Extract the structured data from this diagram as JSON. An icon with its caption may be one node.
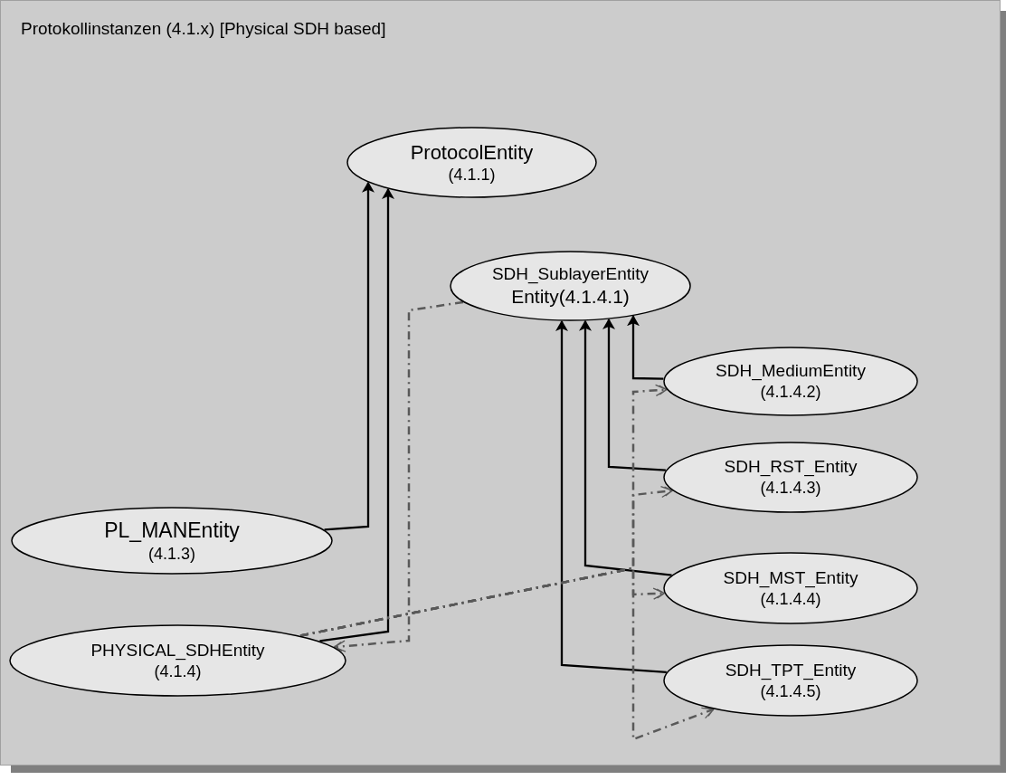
{
  "diagram": {
    "title": "Protokollinstanzen (4.1.x) [Physical SDH based]",
    "nodes": [
      {
        "text": [
          "ProtocolEntity",
          "(4.1.1)"
        ]
      },
      {
        "text": [
          "SDH_SublayerEntity",
          "Entity(4.1.4.1)"
        ]
      },
      {
        "text": [
          "SDH_MediumEntity",
          "(4.1.4.2)"
        ]
      },
      {
        "text": [
          "SDH_RST_Entity",
          "(4.1.4.3)"
        ]
      },
      {
        "text": [
          "SDH_MST_Entity",
          "(4.1.4.4)"
        ]
      },
      {
        "text": [
          "SDH_TPT_Entity",
          "(4.1.4.5)"
        ]
      },
      {
        "text": [
          "PL_MANEntity",
          "(4.1.3)"
        ]
      },
      {
        "text": [
          "PHYSICAL_SDHEntity",
          "(4.1.4)"
        ]
      }
    ],
    "edges": [
      {
        "from": 6,
        "to": 0,
        "arrow": "to"
      },
      {
        "from": 7,
        "to": 0,
        "arrow": "to"
      },
      {
        "from": 2,
        "to": 1,
        "arrow": "to"
      },
      {
        "from": 3,
        "to": 1,
        "arrow": "to"
      },
      {
        "from": 4,
        "to": 1,
        "arrow": "to"
      },
      {
        "from": 5,
        "to": 1,
        "arrow": "to"
      },
      {
        "from": 1,
        "to": 7,
        "arrow": "to",
        "style": "dashed",
        "color": "#595959"
      },
      {
        "from": 7,
        "to": 2,
        "arrow": "to",
        "style": "dashed",
        "color": "#595959"
      },
      {
        "from": 7,
        "to": 3,
        "arrow": "to",
        "style": "dashed",
        "color": "#595959"
      },
      {
        "from": 7,
        "to": 4,
        "arrow": "to",
        "style": "dashed",
        "color": "#595959"
      },
      {
        "from": 7,
        "to": 5,
        "arrow": "to",
        "style": "dashed",
        "color": "#595959"
      }
    ]
  }
}
